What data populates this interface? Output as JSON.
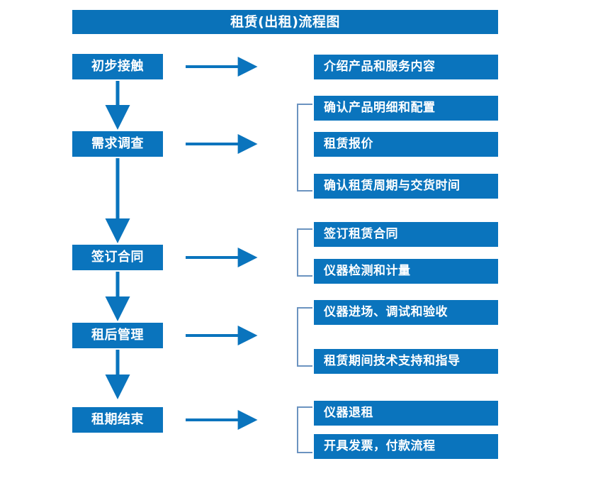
{
  "diagram": {
    "title": "租赁(出租)流程图",
    "accent_color": "#0a74bd",
    "title_bar_color": "#0a72b9",
    "bracket_color": "#6b93c0",
    "arrow_color": "#0a74bd",
    "text_color": "#ffffff",
    "background_color": "#ffffff"
  },
  "stages": [
    {
      "label": "初步接触"
    },
    {
      "label": "需求调查"
    },
    {
      "label": "签订合同"
    },
    {
      "label": "租后管理"
    },
    {
      "label": "租期结束"
    }
  ],
  "details": [
    {
      "label": "介绍产品和服务内容"
    },
    {
      "label": "确认产品明细和配置"
    },
    {
      "label": "租赁报价"
    },
    {
      "label": "确认租赁周期与交货时间"
    },
    {
      "label": "签订租赁合同"
    },
    {
      "label": "仪器检测和计量"
    },
    {
      "label": "仪器进场、调试和验收"
    },
    {
      "label": "租赁期间技术支持和指导"
    },
    {
      "label": "仪器退租"
    },
    {
      "label": "开具发票，付款流程"
    }
  ],
  "chart_data": {
    "type": "flowchart",
    "title": "租赁(出租)流程图",
    "orientation": "vertical-with-right-branches",
    "nodes": [
      {
        "stage": "初步接触",
        "outputs": [
          "介绍产品和服务内容"
        ]
      },
      {
        "stage": "需求调查",
        "outputs": [
          "确认产品明细和配置",
          "租赁报价",
          "确认租赁周期与交货时间"
        ]
      },
      {
        "stage": "签订合同",
        "outputs": [
          "签订租赁合同",
          "仪器检测和计量"
        ]
      },
      {
        "stage": "租后管理",
        "outputs": [
          "仪器进场、调试和验收",
          "租赁期间技术支持和指导"
        ]
      },
      {
        "stage": "租期结束",
        "outputs": [
          "仪器退租",
          "开具发票，付款流程"
        ]
      }
    ],
    "edges": [
      {
        "from": "初步接触",
        "to": "需求调查",
        "type": "vertical-arrow"
      },
      {
        "from": "需求调查",
        "to": "签订合同",
        "type": "vertical-arrow"
      },
      {
        "from": "签订合同",
        "to": "租后管理",
        "type": "vertical-arrow"
      },
      {
        "from": "租后管理",
        "to": "租期结束",
        "type": "vertical-arrow"
      },
      {
        "from": "初步接触",
        "to": "介绍产品和服务内容",
        "type": "horizontal-arrow"
      },
      {
        "from": "需求调查",
        "to": "需求调查分组",
        "type": "horizontal-arrow"
      },
      {
        "from": "签订合同",
        "to": "签订合同分组",
        "type": "horizontal-arrow"
      },
      {
        "from": "租后管理",
        "to": "租后管理分组",
        "type": "horizontal-arrow"
      },
      {
        "from": "租期结束",
        "to": "租期结束分组",
        "type": "horizontal-arrow"
      }
    ]
  }
}
